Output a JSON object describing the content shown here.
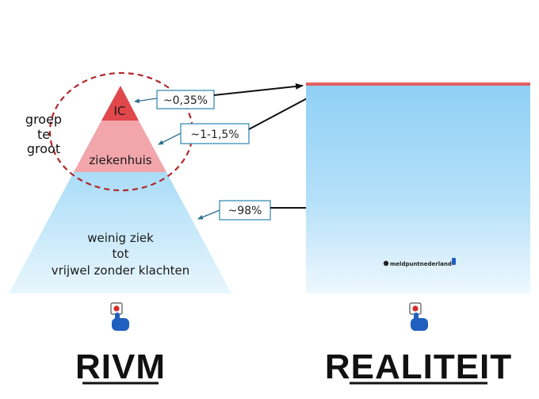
{
  "group_label": [
    "groep",
    "te",
    "groot"
  ],
  "tiers": {
    "ic": "IC",
    "hospital": "ziekenhuis",
    "mild": [
      "weinig ziek",
      "tot",
      "vrijwel zonder klachten"
    ]
  },
  "callouts": {
    "ic_pct": "~0,35%",
    "hospital_pct": "~1-1,5%",
    "mild_pct": "~98%"
  },
  "watermark": "meldpuntnederland",
  "titles": {
    "left": "RIVM",
    "right": "REALITEIT"
  },
  "icons": {
    "pointer": "hand-press-button-icon",
    "arrow": "arrow-right-icon",
    "ellipse": "dashed-ellipse"
  },
  "colors": {
    "ic_red": "#e0484b",
    "hospital_pink": "#f2a6ab",
    "sky_top": "#8fd0f5",
    "sky_bottom": "#e8f6fd",
    "dashed_outline": "#b3262a",
    "callout_border": "#3a8fb5",
    "reality_red_line": "#e35f5f"
  }
}
